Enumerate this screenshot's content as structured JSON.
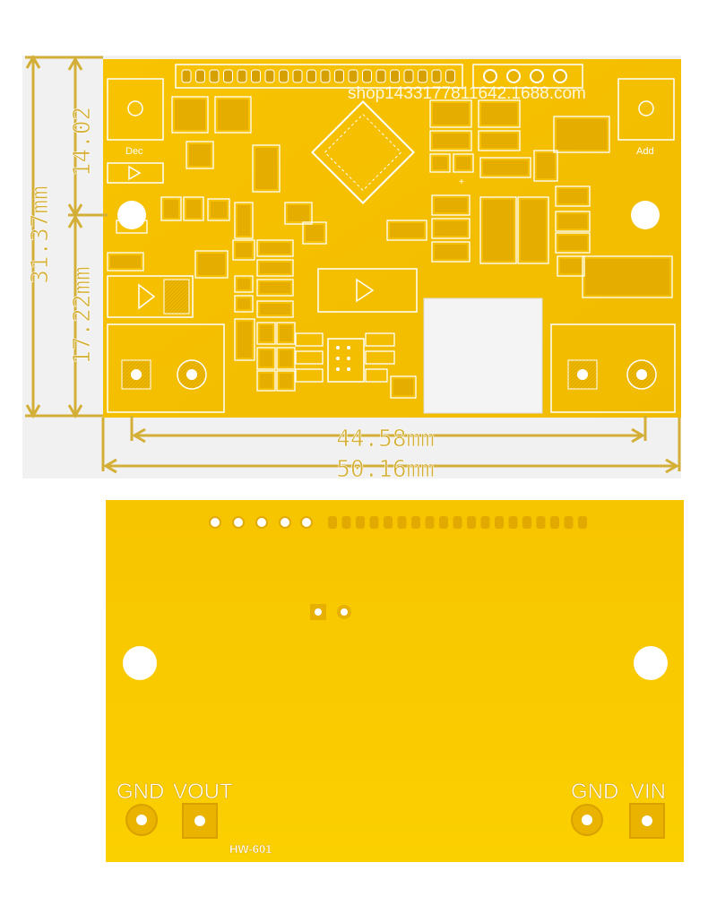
{
  "top_view": {
    "dimensions": {
      "vertical_upper": "14.02",
      "vertical_lower": "17.22mm",
      "vertical_total": "31.37mm",
      "horizontal_inner": "44.58mm",
      "horizontal_total": "50.16mm"
    },
    "watermark": "shop1433177811642.1688.com",
    "silkscreen": {
      "dec": "Dec",
      "add": "Add",
      "plus": "+"
    }
  },
  "bottom_view": {
    "labels": {
      "gnd_left": "GND",
      "vout": "VOUT",
      "gnd_right": "GND",
      "vin": "VIN",
      "model": "HW-601"
    }
  },
  "colors": {
    "board": "#f5c000",
    "board_light": "#fbd100",
    "dimension": "#d4af37",
    "outline": "#ffffff",
    "pad": "#e8b400",
    "pad_dark": "#c99a00"
  }
}
